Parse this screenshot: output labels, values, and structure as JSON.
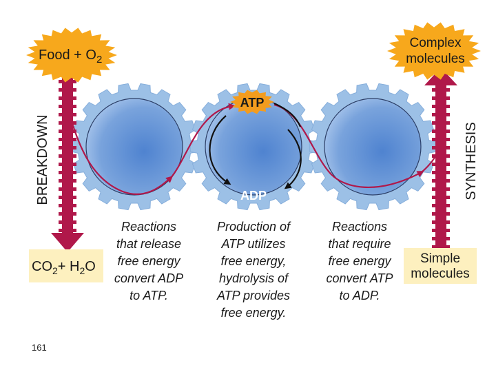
{
  "slide_number": "161",
  "colors": {
    "gear_fill": "#9cc0e6",
    "gear_inner": "#6e9ad6",
    "arrow_red": "#b0184a",
    "burst_orange": "#f7a81c",
    "box_yellow": "#fdf0bf",
    "atp_orange": "#f39c1e"
  },
  "labels": {
    "food_o2": {
      "food": "Food + O",
      "sub": "2"
    },
    "complex": {
      "line1": "Complex",
      "line2": "molecules"
    },
    "co2_h2o": {
      "co": "CO",
      "sub1": "2",
      "plus_h": "+ H",
      "sub2": "2",
      "o": "O"
    },
    "simple": {
      "line1": "Simple",
      "line2": "molecules"
    },
    "breakdown": "BREAKDOWN",
    "synthesis": "SYNTHESIS",
    "atp": "ATP",
    "adp": "ADP"
  },
  "captions": {
    "left": [
      "Reactions",
      "that release",
      "free energy",
      "convert ADP",
      "to ATP."
    ],
    "middle": [
      "Production of",
      "ATP utilizes",
      "free energy,",
      "hydrolysis of",
      "ATP provides",
      "free energy."
    ],
    "right": [
      "Reactions",
      "that require",
      "free energy",
      "convert ATP",
      "to ADP."
    ]
  }
}
